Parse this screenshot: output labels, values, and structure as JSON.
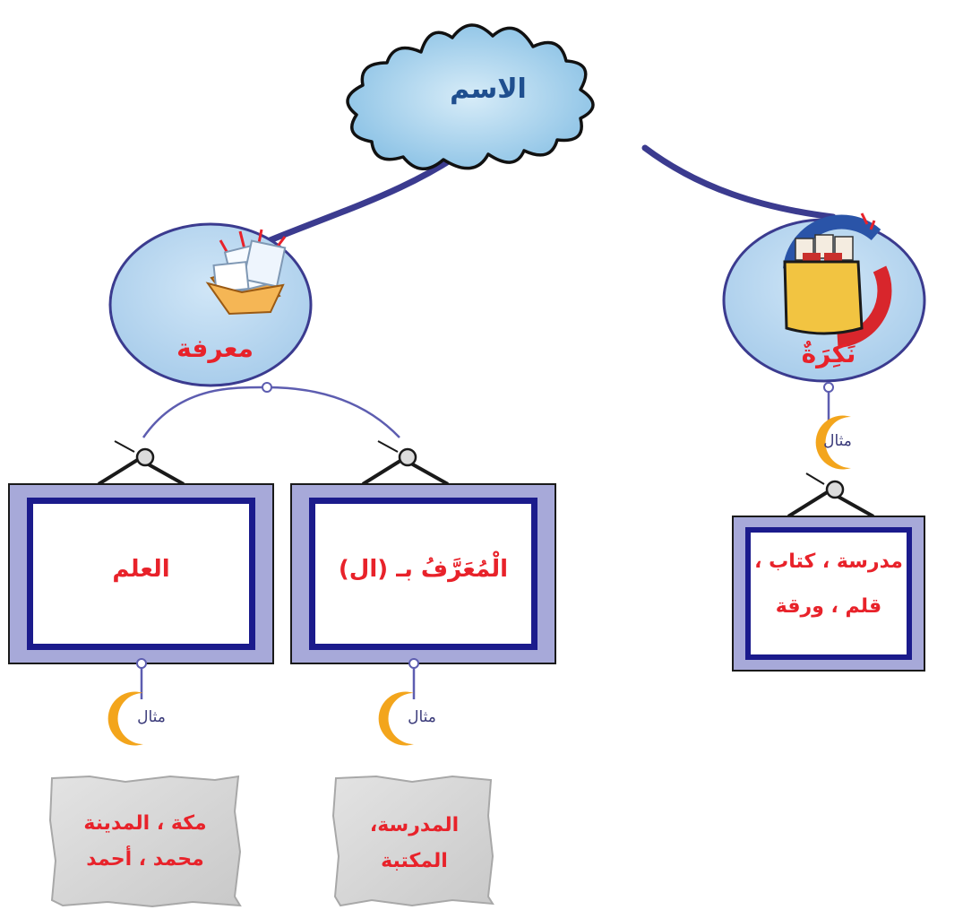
{
  "root": {
    "label": "الاسم"
  },
  "categories": {
    "nakira": {
      "label": "نَكِرَةٌ"
    },
    "marifa": {
      "label": "معرفة"
    }
  },
  "frames": {
    "nakira_examples": {
      "line1": "مدرسة ، كتاب ،",
      "line2": "قلم ، ورقة"
    },
    "with_al": {
      "label": "الْمُعَرَّفُ بـ (ال)"
    },
    "proper_noun": {
      "label": "العلم"
    }
  },
  "examples": {
    "with_al": {
      "line1": "المدرسة،",
      "line2": "المكتبة"
    },
    "proper_noun": {
      "line1": "مكة ، المدينة",
      "line2": "محمد ، أحمد"
    }
  },
  "example_marker": "مثال",
  "colors": {
    "cloud_fill": "#a9d4ee",
    "ellipse_fill": "#b9d8f0",
    "frame_border": "#a7a9d9",
    "frame_inner": "#1b1b8c",
    "note_fill": "#d6d6d6",
    "connector": "#3b3b8f",
    "moon": "#f3a51c",
    "label_red": "#e8222a",
    "label_blue": "#1f4f8f"
  },
  "icons": [
    "open-folder-papers-icon",
    "file-folder-cards-icon",
    "hanging-hook-icon",
    "crescent-moon-icon"
  ]
}
